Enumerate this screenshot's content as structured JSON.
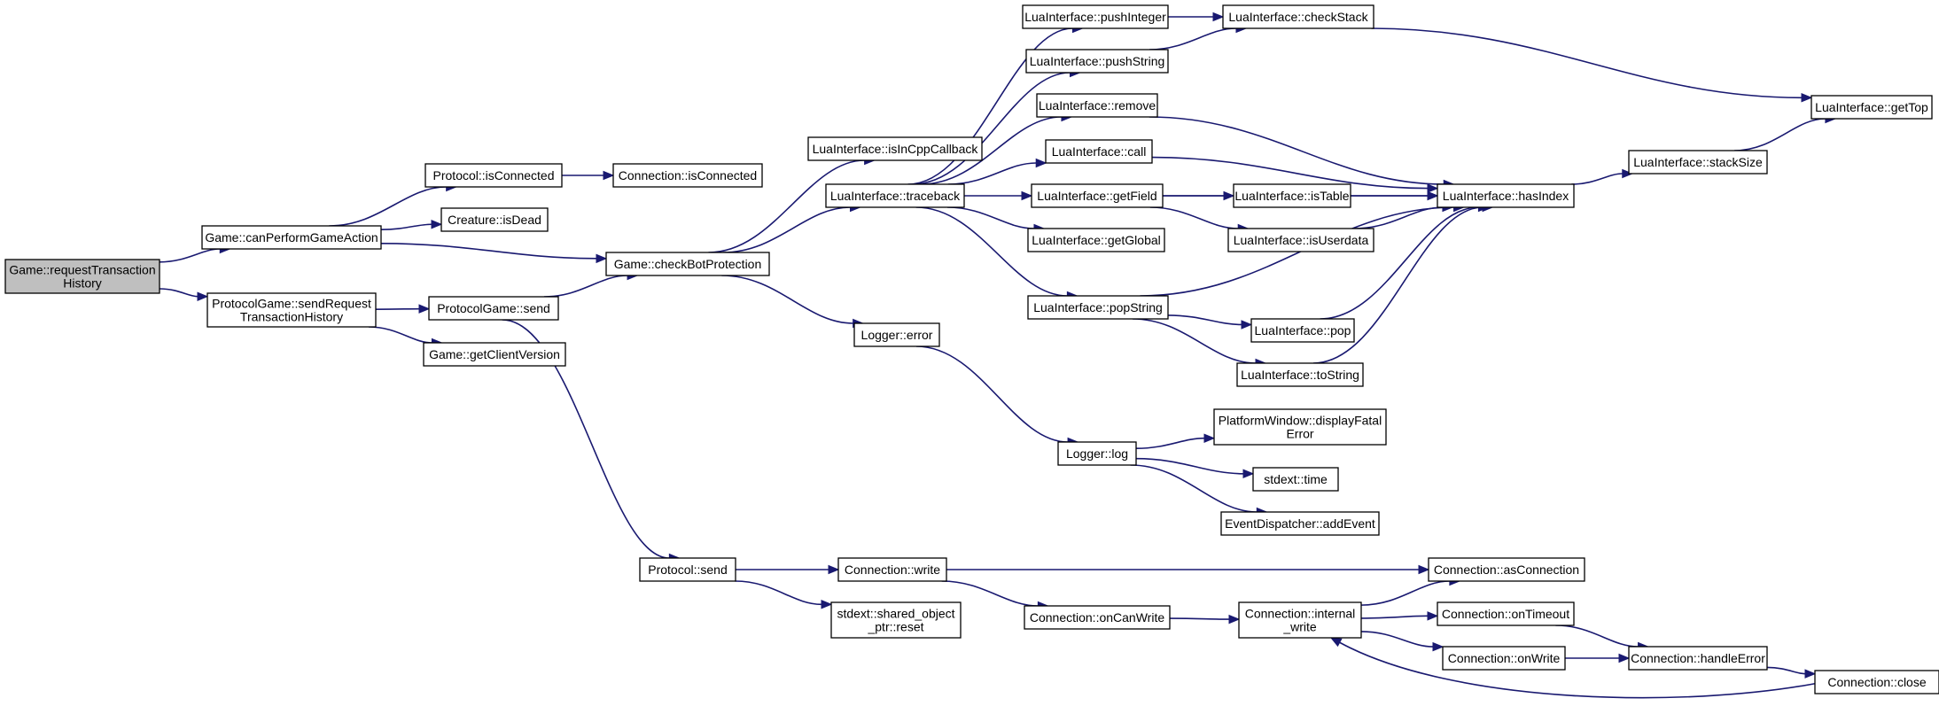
{
  "graph": {
    "nodes": [
      {
        "id": "n0",
        "lines": [
          "Game::requestTransaction",
          "History"
        ],
        "root": true
      },
      {
        "id": "n1",
        "lines": [
          "Game::canPerformGameAction"
        ]
      },
      {
        "id": "n2",
        "lines": [
          "ProtocolGame::sendRequest",
          "TransactionHistory"
        ]
      },
      {
        "id": "n3",
        "lines": [
          "Protocol::isConnected"
        ]
      },
      {
        "id": "n4",
        "lines": [
          "Creature::isDead"
        ]
      },
      {
        "id": "n5",
        "lines": [
          "Game::checkBotProtection"
        ]
      },
      {
        "id": "n6",
        "lines": [
          "ProtocolGame::send"
        ]
      },
      {
        "id": "n7",
        "lines": [
          "Game::getClientVersion"
        ]
      },
      {
        "id": "n8",
        "lines": [
          "Connection::isConnected"
        ]
      },
      {
        "id": "n9",
        "lines": [
          "LuaInterface::isInCppCallback"
        ]
      },
      {
        "id": "n10",
        "lines": [
          "LuaInterface::traceback"
        ]
      },
      {
        "id": "n11",
        "lines": [
          "Logger::error"
        ]
      },
      {
        "id": "n12",
        "lines": [
          "Protocol::send"
        ]
      },
      {
        "id": "n13",
        "lines": [
          "LuaInterface::pushInteger"
        ]
      },
      {
        "id": "n14",
        "lines": [
          "LuaInterface::pushString"
        ]
      },
      {
        "id": "n15",
        "lines": [
          "LuaInterface::remove"
        ]
      },
      {
        "id": "n16",
        "lines": [
          "LuaInterface::call"
        ]
      },
      {
        "id": "n17",
        "lines": [
          "LuaInterface::getField"
        ]
      },
      {
        "id": "n18",
        "lines": [
          "LuaInterface::getGlobal"
        ]
      },
      {
        "id": "n19",
        "lines": [
          "LuaInterface::popString"
        ]
      },
      {
        "id": "n20",
        "lines": [
          "LuaInterface::checkStack"
        ]
      },
      {
        "id": "n21",
        "lines": [
          "LuaInterface::isTable"
        ]
      },
      {
        "id": "n22",
        "lines": [
          "LuaInterface::isUserdata"
        ]
      },
      {
        "id": "n23",
        "lines": [
          "LuaInterface::pop"
        ]
      },
      {
        "id": "n24",
        "lines": [
          "LuaInterface::toString"
        ]
      },
      {
        "id": "n25",
        "lines": [
          "LuaInterface::hasIndex"
        ]
      },
      {
        "id": "n26",
        "lines": [
          "LuaInterface::stackSize"
        ]
      },
      {
        "id": "n27",
        "lines": [
          "LuaInterface::getTop"
        ]
      },
      {
        "id": "n28",
        "lines": [
          "Logger::log"
        ]
      },
      {
        "id": "n29",
        "lines": [
          "PlatformWindow::displayFatal",
          "Error"
        ]
      },
      {
        "id": "n30",
        "lines": [
          "stdext::time"
        ]
      },
      {
        "id": "n31",
        "lines": [
          "EventDispatcher::addEvent"
        ]
      },
      {
        "id": "n32",
        "lines": [
          "Connection::write"
        ]
      },
      {
        "id": "n33",
        "lines": [
          "stdext::shared_object",
          "_ptr::reset"
        ]
      },
      {
        "id": "n34",
        "lines": [
          "Connection::onCanWrite"
        ]
      },
      {
        "id": "n35",
        "lines": [
          "Connection::internal",
          "_write"
        ]
      },
      {
        "id": "n36",
        "lines": [
          "Connection::asConnection"
        ]
      },
      {
        "id": "n37",
        "lines": [
          "Connection::onTimeout"
        ]
      },
      {
        "id": "n38",
        "lines": [
          "Connection::onWrite"
        ]
      },
      {
        "id": "n39",
        "lines": [
          "Connection::handleError"
        ]
      },
      {
        "id": "n40",
        "lines": [
          "Connection::close"
        ]
      }
    ],
    "edges": [
      [
        "n0",
        "n1"
      ],
      [
        "n0",
        "n2"
      ],
      [
        "n1",
        "n3"
      ],
      [
        "n1",
        "n4"
      ],
      [
        "n1",
        "n5"
      ],
      [
        "n3",
        "n8"
      ],
      [
        "n2",
        "n6"
      ],
      [
        "n2",
        "n7"
      ],
      [
        "n6",
        "n5"
      ],
      [
        "n6",
        "n12"
      ],
      [
        "n5",
        "n9"
      ],
      [
        "n5",
        "n10"
      ],
      [
        "n5",
        "n11"
      ],
      [
        "n10",
        "n13"
      ],
      [
        "n10",
        "n14"
      ],
      [
        "n10",
        "n15"
      ],
      [
        "n10",
        "n16"
      ],
      [
        "n10",
        "n17"
      ],
      [
        "n10",
        "n18"
      ],
      [
        "n10",
        "n19"
      ],
      [
        "n13",
        "n20"
      ],
      [
        "n14",
        "n20"
      ],
      [
        "n20",
        "n27"
      ],
      [
        "n15",
        "n25"
      ],
      [
        "n16",
        "n25"
      ],
      [
        "n17",
        "n25"
      ],
      [
        "n17",
        "n21"
      ],
      [
        "n17",
        "n22"
      ],
      [
        "n21",
        "n25"
      ],
      [
        "n22",
        "n25"
      ],
      [
        "n19",
        "n25"
      ],
      [
        "n19",
        "n23"
      ],
      [
        "n19",
        "n24"
      ],
      [
        "n23",
        "n25"
      ],
      [
        "n24",
        "n25"
      ],
      [
        "n25",
        "n26"
      ],
      [
        "n26",
        "n27"
      ],
      [
        "n11",
        "n28"
      ],
      [
        "n28",
        "n29"
      ],
      [
        "n28",
        "n30"
      ],
      [
        "n28",
        "n31"
      ],
      [
        "n12",
        "n32"
      ],
      [
        "n12",
        "n33"
      ],
      [
        "n32",
        "n36"
      ],
      [
        "n32",
        "n34"
      ],
      [
        "n34",
        "n35"
      ],
      [
        "n35",
        "n36"
      ],
      [
        "n35",
        "n37"
      ],
      [
        "n35",
        "n38"
      ],
      [
        "n37",
        "n39"
      ],
      [
        "n38",
        "n39"
      ],
      [
        "n39",
        "n40"
      ],
      [
        "n40",
        "n35"
      ]
    ],
    "colors": {
      "edge": "#191970",
      "root_fill": "#bfbfbf",
      "node_fill": "#ffffff",
      "border": "#000000"
    }
  }
}
